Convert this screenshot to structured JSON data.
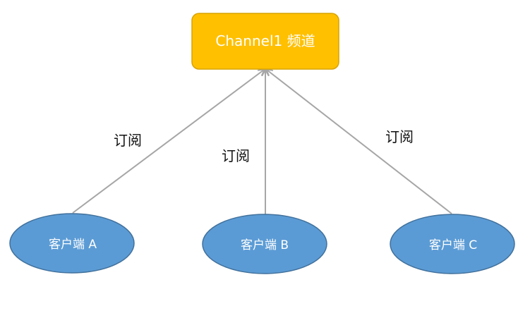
{
  "diagram": {
    "channel": {
      "label": "Channel1 频道",
      "fill": "#FFC000",
      "stroke": "#D9A300",
      "text_color": "#ffffff"
    },
    "clients": [
      {
        "label": "客户端 A"
      },
      {
        "label": "客户端 B"
      },
      {
        "label": "客户端 C"
      }
    ],
    "client_fill": "#5B9BD5",
    "client_stroke": "#41719C",
    "edges": [
      {
        "from": "客户端 A",
        "to": "Channel1 频道",
        "label": "订阅"
      },
      {
        "from": "客户端 B",
        "to": "Channel1 频道",
        "label": "订阅"
      },
      {
        "from": "客户端 C",
        "to": "Channel1 频道",
        "label": "订阅"
      }
    ],
    "arrow_color": "#A6A6A6"
  }
}
